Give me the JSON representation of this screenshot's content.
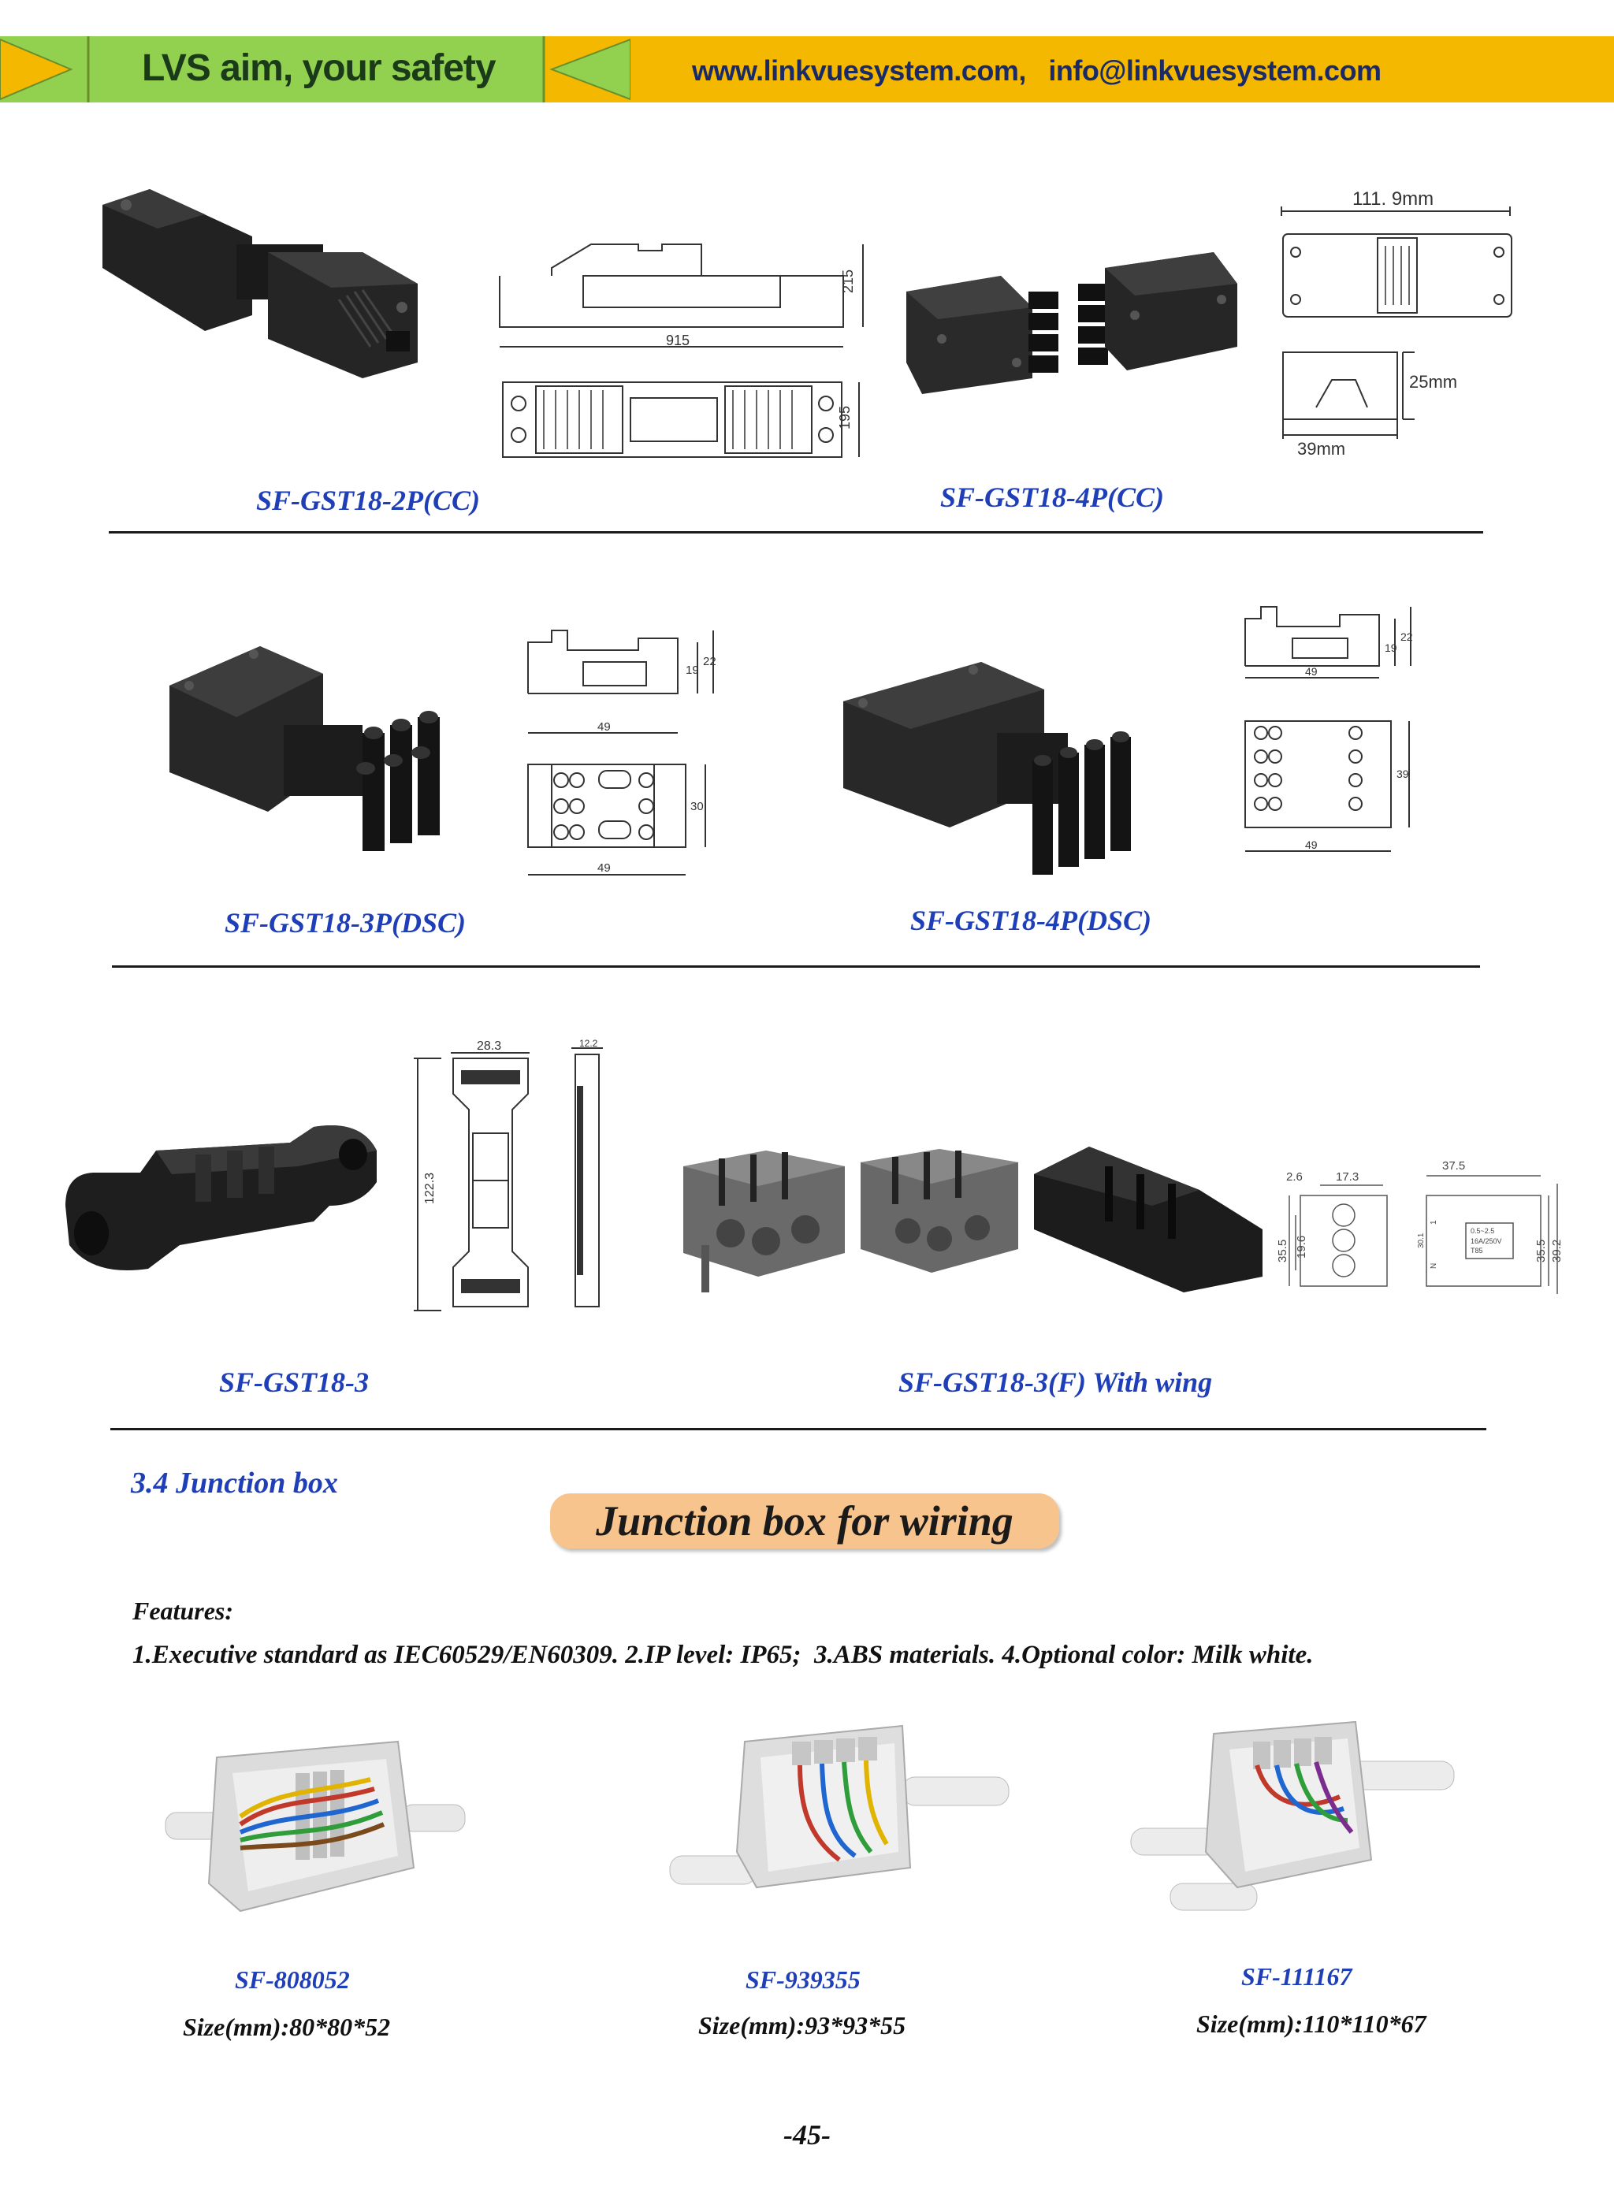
{
  "header": {
    "slogan": "LVS aim, your safety",
    "contact": "www.linkvuesystem.com,   info@linkvuesystem.com",
    "colors": {
      "green": "#92d050",
      "orange": "#f5b800"
    }
  },
  "connectors": {
    "row1": {
      "left_caption": "SF-GST18-2P(CC)",
      "right_caption": "SF-GST18-4P(CC)",
      "dims_2p": {
        "length": "915",
        "height": "215",
        "width": "195"
      },
      "dims_4p": {
        "length": "111. 9mm",
        "height": "25mm",
        "width": "39mm"
      }
    },
    "row2": {
      "left_caption": "SF-GST18-3P(DSC)",
      "right_caption": "SF-GST18-4P(DSC)",
      "dims_3p": {
        "w": "49",
        "h1": "19",
        "h2": "22",
        "d": "30",
        "w2": "49"
      },
      "dims_4p": {
        "w": "49",
        "h1": "19",
        "h2": "22",
        "d": "39",
        "w2": "49"
      }
    },
    "row3": {
      "left_caption": "SF-GST18-3",
      "right_caption": "SF-GST18-3(F) With wing",
      "dims_3": {
        "width": "28.3",
        "length": "122.3",
        "depth": "12.2"
      },
      "dims_3f": {
        "a": "2.6",
        "b": "17.3",
        "c": "37.5",
        "d": "35.5",
        "e": "19.6",
        "f": "35.5",
        "g": "39.2",
        "h": "30.1",
        "label1": "0.5~2.5",
        "label2": "16A/250V",
        "label3": "T85",
        "p1": "1",
        "p2": "",
        "p3": "N"
      }
    }
  },
  "junction": {
    "section_title": "3.4 Junction box",
    "banner": "Junction box for wiring",
    "features_label": "Features:",
    "features_text": "1.Executive standard as IEC60529/EN60309. 2.IP level: IP65;  3.ABS materials. 4.Optional color: Milk white.",
    "boxes": [
      {
        "model": "SF-808052",
        "size": "Size(mm):80*80*52"
      },
      {
        "model": "SF-939355",
        "size": "Size(mm):93*93*55"
      },
      {
        "model": "SF-111167",
        "size": "Size(mm):110*110*67"
      }
    ]
  },
  "page_number": "-45-"
}
